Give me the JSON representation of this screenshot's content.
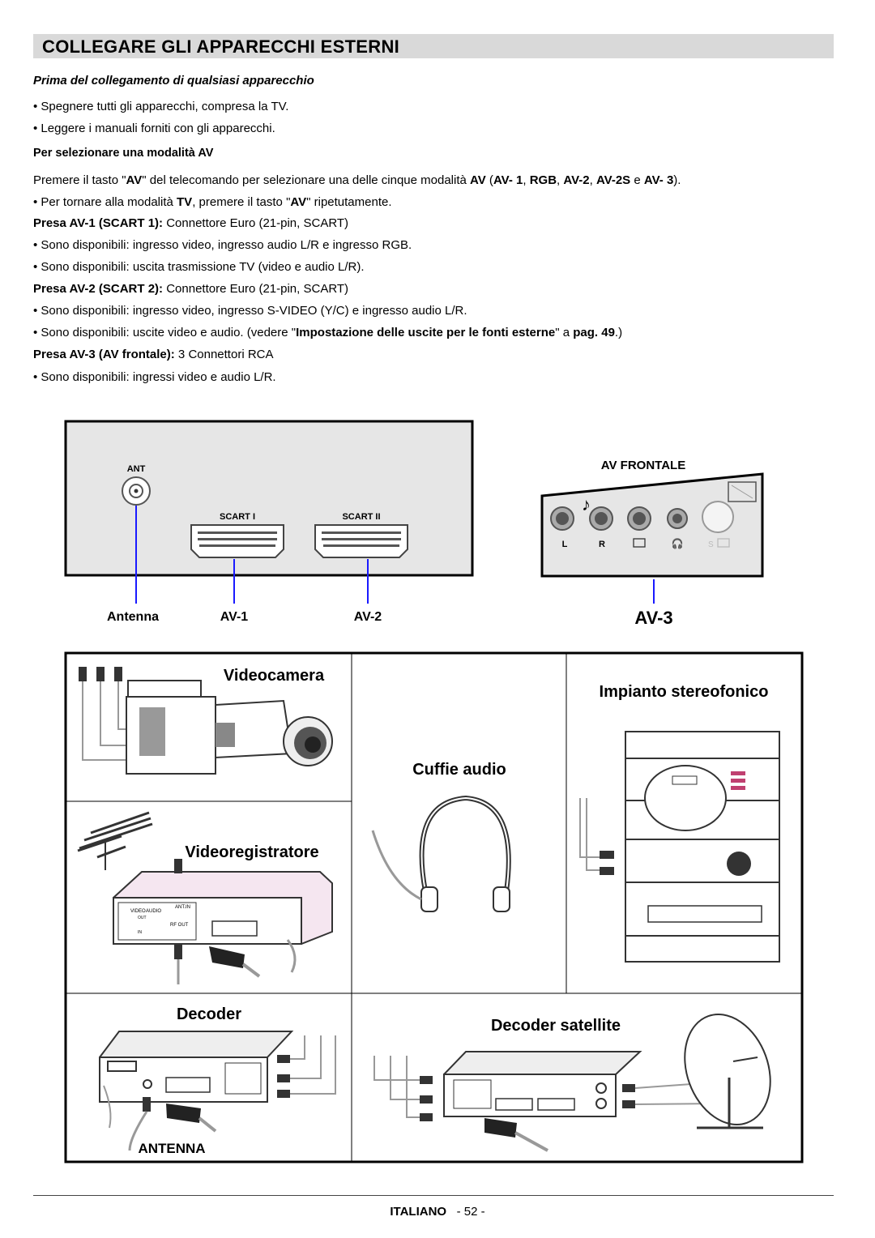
{
  "page_title": "COLLEGARE GLI APPARECCHI ESTERNI",
  "intro": {
    "heading": "Prima del collegamento di qualsiasi apparecchio",
    "bullet1": "• Spegnere tutti gli apparecchi, compresa la TV.",
    "bullet2": "• Leggere i manuali forniti con gli apparecchi."
  },
  "av_section": {
    "heading": "Per selezionare una modalità AV",
    "p1_a": "Premere il tasto \"",
    "p1_av": "AV",
    "p1_b": "\" del telecomando per selezionare una delle cinque modalità ",
    "p1_av2": "AV",
    "p1_c": " (",
    "p1_m1": "AV- 1",
    "p1_sep1": ", ",
    "p1_m2": "RGB",
    "p1_sep2": ", ",
    "p1_m3": "AV-2",
    "p1_sep3": ", ",
    "p1_m4": "AV-2S",
    "p1_sep4": " e ",
    "p1_m5": "AV- 3",
    "p1_end": ").",
    "p2_a": "• Per tornare alla modalità ",
    "p2_tv": "TV",
    "p2_b": ", premere il tasto \"",
    "p2_av": "AV",
    "p2_c": "\" ripetutamente.",
    "av1_head": "Presa AV-1 (SCART 1):",
    "av1_desc": " Connettore Euro (21-pin, SCART)",
    "av1_b1": "• Sono disponibili: ingresso video, ingresso audio L/R e ingresso RGB.",
    "av1_b2": "• Sono disponibili: uscita trasmissione TV (video e audio L/R).",
    "av2_head": "Presa AV-2 (SCART 2):",
    "av2_desc": " Connettore Euro (21-pin, SCART)",
    "av2_b1": "• Sono disponibili: ingresso video, ingresso S-VIDEO (Y/C) e ingresso audio L/R.",
    "av2_b2_a": "• Sono disponibili: uscite video e audio. (vedere \"",
    "av2_b2_bold": "Impostazione delle uscite per le fonti esterne",
    "av2_b2_b": "\" a ",
    "av2_b2_pag": "pag. 49",
    "av2_b2_c": ".)",
    "av3_head": "Presa AV-3 (AV frontale):",
    "av3_desc": " 3 Connettori RCA",
    "av3_b1": "• Sono disponibili: ingressi video e audio L/R."
  },
  "rear_panel": {
    "ant": "ANT",
    "scart1": "SCART I",
    "scart2": "SCART II",
    "label_antenna": "Antenna",
    "label_av1": "AV-1",
    "label_av2": "AV-2"
  },
  "front_panel": {
    "title": "AV FRONTALE",
    "jack_l": "L",
    "jack_r": "R",
    "jack_s": "S",
    "label_av3": "AV-3"
  },
  "devices": {
    "videocamera": "Videocamera",
    "impianto": "Impianto stereofonico",
    "cuffie": "Cuffie audio",
    "videoregistratore": "Videoregistratore",
    "decoder": "Decoder",
    "decoder_sat": "Decoder satellite",
    "antenna": "ANTENNA",
    "vcr_video": "VIDEO",
    "vcr_audio": "AUDIO",
    "vcr_antin": "ANT.IN",
    "vcr_rfout": "RF OUT",
    "vcr_out": "OUT",
    "vcr_in": "IN"
  },
  "footer": {
    "language": "ITALIANO",
    "page": "- 52 -"
  }
}
